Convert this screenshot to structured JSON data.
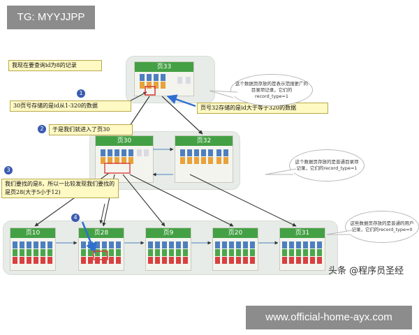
{
  "watermark_top": "TG: MYYJJPP",
  "watermark_bottom": "www.official-home-ayx.com",
  "credit": "头条 @程序员圣经",
  "annotations": {
    "a0": "我现在要查询id为8的记录",
    "a1": "30页号存储的是id从1-320的数据",
    "a2": "页号32存储的是id大于等于320的数据",
    "a3": "于是我们就进入了页30",
    "a4": "我们要找的是8，所以一比较发现我们要找的是页28(大于5小于12)"
  },
  "step_numbers": [
    "1",
    "2",
    "3",
    "4"
  ],
  "callouts": {
    "c1": "这个数据页存放的是表示范围更广的目录项记录，它们的record_type=1",
    "c2": "这个数据页存放的是普通目录项记录，它们的record_type=1",
    "c3": "这些数据页存放的是普通的用户记录，它们的record_type=0"
  },
  "pages": {
    "root": "页33",
    "mid_left": "页30",
    "mid_right": "页32",
    "leaf1": "页10",
    "leaf2": "页28",
    "leaf3": "页9",
    "leaf4": "页20",
    "leaf5": "页31"
  },
  "colors": {
    "page_header": "#44a044",
    "key_cell": "#4d7fc0",
    "pointer_cell": "#e8a23a",
    "record_cell": "#d94040",
    "note_box": "#fff9c4",
    "arrow": "#333333",
    "highlight_arrow": "#2f6fd0"
  }
}
